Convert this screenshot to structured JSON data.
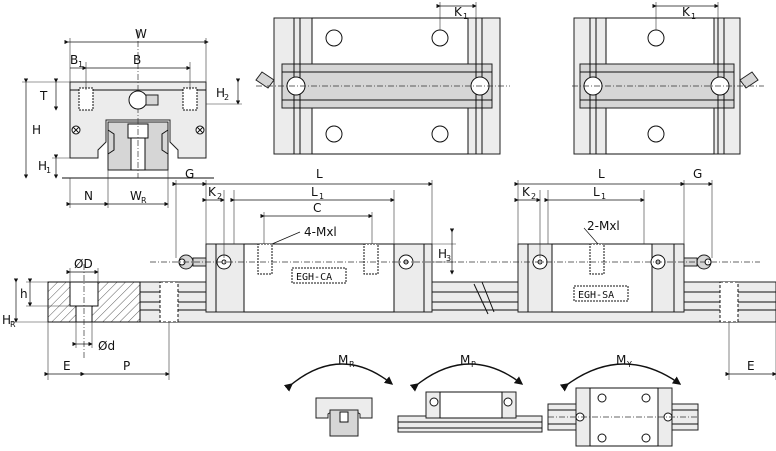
{
  "labels": {
    "W": "W",
    "B1": "B",
    "B1_sub": "1",
    "B": "B",
    "T": "T",
    "H": "H",
    "H1": "H",
    "H1_sub": "1",
    "H2": "H",
    "H2_sub": "2",
    "N": "N",
    "WR": "W",
    "WR_sub": "R",
    "K1_top_left": "K",
    "K1_top_left_sub": "1",
    "K1_top_right": "K",
    "K1_top_right_sub": "1",
    "G_left": "G",
    "K2_left": "K",
    "K2_left_sub": "2",
    "L_left": "L",
    "L1_left": "L",
    "L1_left_sub": "1",
    "C": "C",
    "thread_left": "4-Mxl",
    "H3": "H",
    "H3_sub": "3",
    "model_left": "EGH-CA",
    "K2_right": "K",
    "K2_right_sub": "2",
    "L_right": "L",
    "L1_right": "L",
    "L1_right_sub": "1",
    "G_right": "G",
    "thread_right": "2-Mxl",
    "model_right": "EGH-SA",
    "OD": "ØD",
    "h": "h",
    "HR": "H",
    "HR_sub": "R",
    "Od": "Ød",
    "E_left": "E",
    "P": "P",
    "MR": "M",
    "MR_sub": "R",
    "MP": "M",
    "MP_sub": "P",
    "MY": "M",
    "MY_sub": "Y",
    "E_right": "E"
  }
}
